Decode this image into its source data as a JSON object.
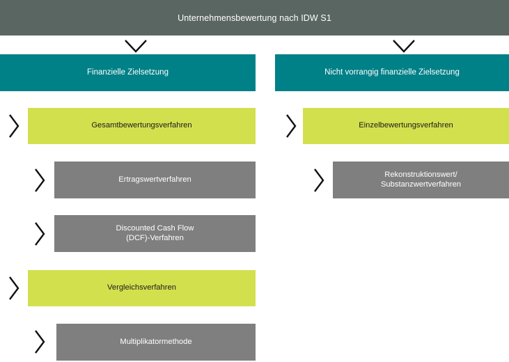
{
  "header": {
    "title": "Unternehmensbewertung nach IDW S1"
  },
  "colors": {
    "header_bg": "#5a6661",
    "teal": "#008087",
    "lime": "#d2e04e",
    "gray": "#7f7f7f",
    "chevron": "#111111",
    "page_bg": "#ffffff"
  },
  "connectors": {
    "down_left": "chevron-down-icon",
    "down_right": "chevron-down-icon",
    "branch": "chevron-right-icon"
  },
  "columns": [
    {
      "id": "financial",
      "heading": "Finanzielle Zielsetzung",
      "nodes": [
        {
          "id": "gesamtbewertungsverfahren",
          "label": "Gesamtbewertungsverfahren",
          "level": 1,
          "style": "lime"
        },
        {
          "id": "ertragswertverfahren",
          "label": "Ertragswertverfahren",
          "level": 2,
          "style": "gray"
        },
        {
          "id": "dcf-verfahren",
          "label": "Discounted Cash Flow\n(DCF)-Verfahren",
          "level": 2,
          "style": "gray"
        },
        {
          "id": "vergleichsverfahren",
          "label": "Vergleichsverfahren",
          "level": 1,
          "style": "lime"
        },
        {
          "id": "multiplikatormethode",
          "label": "Multiplikatormethode",
          "level": 2,
          "style": "gray"
        }
      ]
    },
    {
      "id": "non-financial",
      "heading": "Nicht vorrangig finanzielle Zielsetzung",
      "nodes": [
        {
          "id": "einzelbewertungsverfahren",
          "label": "Einzelbewertungsverfahren",
          "level": 1,
          "style": "lime"
        },
        {
          "id": "rekonstruktionswert",
          "label": "Rekonstruktionswert/\nSubstanzwertverfahren",
          "level": 2,
          "style": "gray"
        }
      ]
    }
  ]
}
